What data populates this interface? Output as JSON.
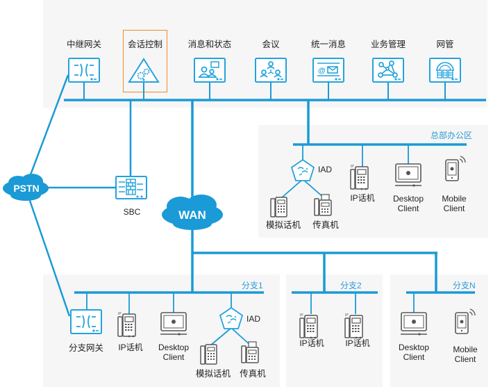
{
  "colors": {
    "line": "#1a9ad6",
    "icon_blue": "#22a3dc",
    "icon_gray": "#555555",
    "panel_bg": "#f6f6f6",
    "highlight": "#f08a24",
    "zone_label": "#2a9bd6"
  },
  "core": {
    "items": [
      {
        "label": "中继网关",
        "icon": "trunk-gateway-icon"
      },
      {
        "label": "会话控制",
        "icon": "session-control-icon",
        "highlighted": true
      },
      {
        "label": "消息和状态",
        "icon": "presence-message-icon"
      },
      {
        "label": "会议",
        "icon": "conference-icon"
      },
      {
        "label": "统一消息",
        "icon": "unified-message-icon"
      },
      {
        "label": "业务管理",
        "icon": "service-management-icon"
      },
      {
        "label": "网管",
        "icon": "network-management-icon"
      }
    ]
  },
  "clouds": {
    "pstn": "PSTN",
    "wan": "WAN"
  },
  "sbc": {
    "label": "SBC",
    "icon": "sbc-firewall-icon"
  },
  "hq": {
    "title": "总部办公区",
    "iad": "IAD",
    "analog_phone": "模拟话机",
    "fax": "传真机",
    "ip_phone": "IP话机",
    "desktop": [
      "Desktop",
      "Client"
    ],
    "mobile": [
      "Mobile",
      "Client"
    ]
  },
  "branch1": {
    "title": "分支1",
    "gateway": "分支网关",
    "ip_phone": "IP话机",
    "desktop": [
      "Desktop",
      "Client"
    ],
    "iad": "IAD",
    "analog_phone": "模拟话机",
    "fax": "传真机"
  },
  "branch2": {
    "title": "分支2",
    "ip_phone_1": "IP话机",
    "ip_phone_2": "IP话机"
  },
  "branchN": {
    "title": "分支N",
    "desktop": [
      "Desktop",
      "Client"
    ],
    "mobile": [
      "Mobile",
      "Client"
    ]
  }
}
